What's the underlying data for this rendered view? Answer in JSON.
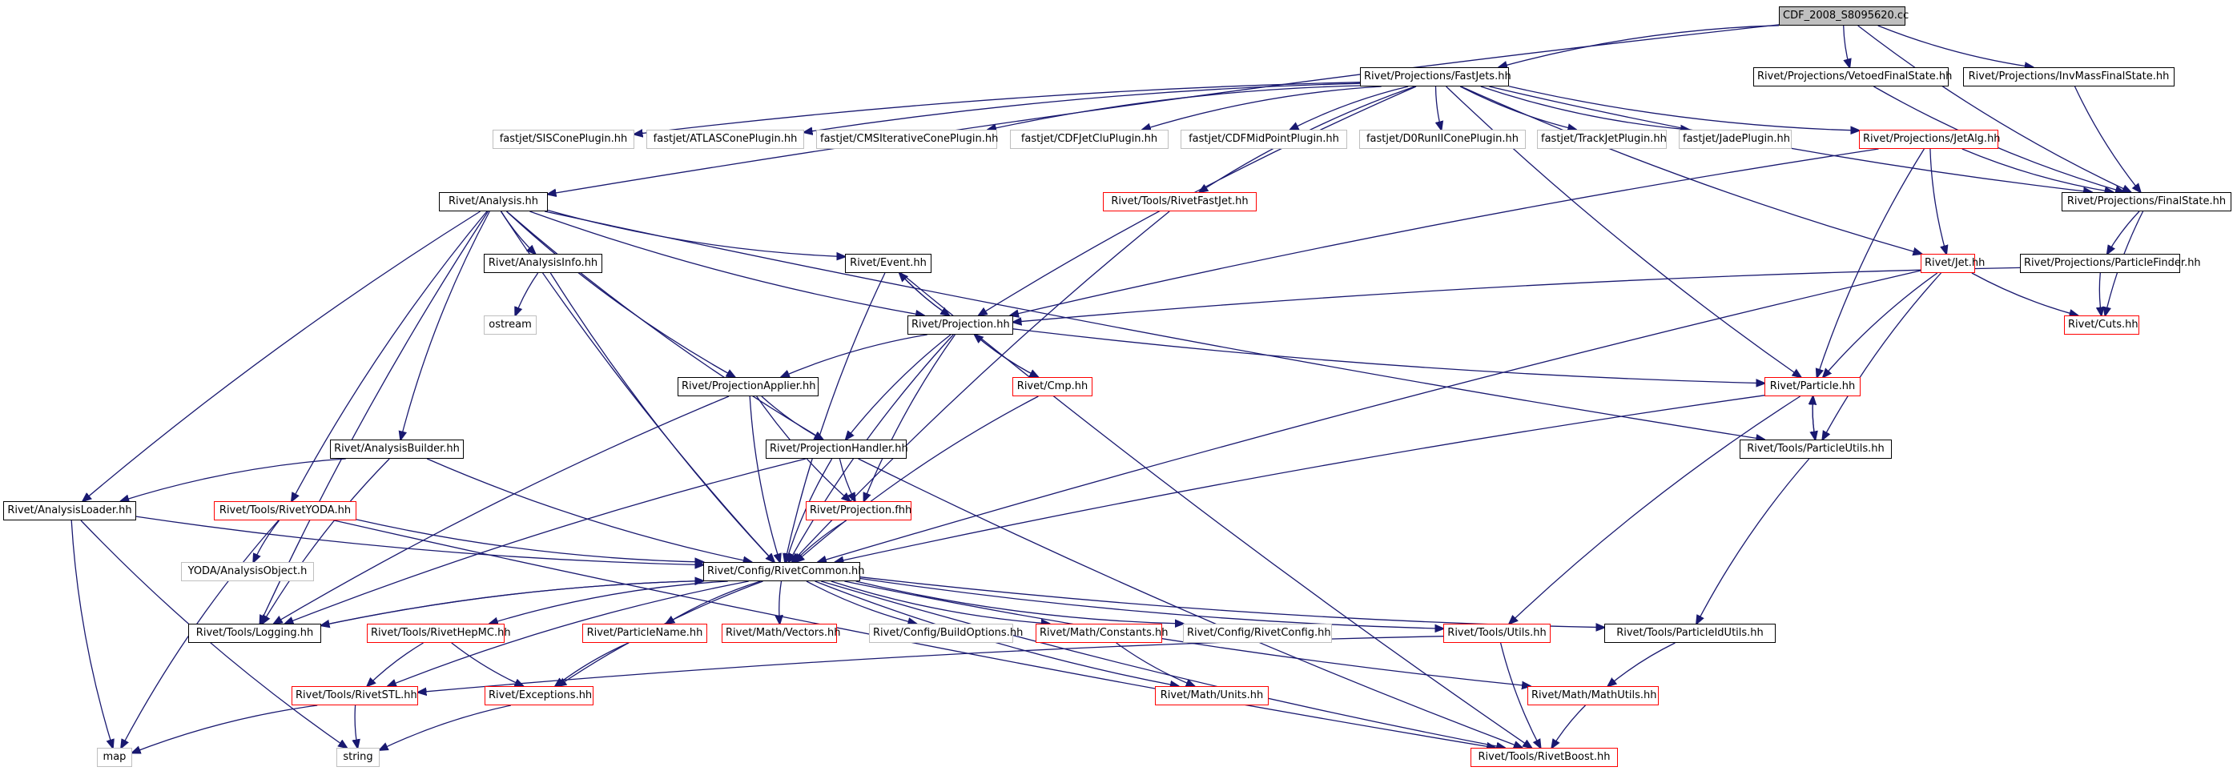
{
  "graph": {
    "colors": {
      "edge": "#191970",
      "node_border": "#000000",
      "red_border": "#ff0000",
      "gray_border": "#bfbfbf",
      "root_fill": "#bfbfbf"
    },
    "nodes": {
      "cdf": "CDF_2008_S8095620.cc",
      "fastjets": "Rivet/Projections/FastJets.hh",
      "vetoedfs": "Rivet/Projections/VetoedFinalState.hh",
      "invmassfs": "Rivet/Projections/InvMassFinalState.hh",
      "siscone": "fastjet/SISConePlugin.hh",
      "atlascone": "fastjet/ATLASConePlugin.hh",
      "cmscone": "fastjet/CMSIterativeConePlugin.hh",
      "cdfjetclu": "fastjet/CDFJetCluPlugin.hh",
      "cdfmidpoint": "fastjet/CDFMidPointPlugin.hh",
      "d0run": "fastjet/D0RunIIConePlugin.hh",
      "trackjet": "fastjet/TrackJetPlugin.hh",
      "jade": "fastjet/JadePlugin.hh",
      "jetalg": "Rivet/Projections/JetAlg.hh",
      "analysis": "Rivet/Analysis.hh",
      "rivetfastjet": "Rivet/Tools/RivetFastJet.hh",
      "finalstate": "Rivet/Projections/FinalState.hh",
      "analysisinfo": "Rivet/AnalysisInfo.hh",
      "event": "Rivet/Event.hh",
      "jet": "Rivet/Jet.hh",
      "particlefinder": "Rivet/Projections/ParticleFinder.hh",
      "ostream": "ostream",
      "projection": "Rivet/Projection.hh",
      "cuts": "Rivet/Cuts.hh",
      "projapplier": "Rivet/ProjectionApplier.hh",
      "cmp": "Rivet/Cmp.hh",
      "particle": "Rivet/Particle.hh",
      "analysisbuilder": "Rivet/AnalysisBuilder.hh",
      "projhandler": "Rivet/ProjectionHandler.hh",
      "particleutils": "Rivet/Tools/ParticleUtils.hh",
      "analysisloader": "Rivet/AnalysisLoader.hh",
      "rivetyoda": "Rivet/Tools/RivetYODA.hh",
      "projfhh": "Rivet/Projection.fhh",
      "rivetcommon": "Rivet/Config/RivetCommon.hh",
      "yodaobj": "YODA/AnalysisObject.h",
      "logging": "Rivet/Tools/Logging.hh",
      "rivethepmc": "Rivet/Tools/RivetHepMC.hh",
      "particlename": "Rivet/ParticleName.hh",
      "vectors": "Rivet/Math/Vectors.hh",
      "buildoptions": "Rivet/Config/BuildOptions.hh",
      "constants": "Rivet/Math/Constants.hh",
      "rivetconfig": "Rivet/Config/RivetConfig.hh",
      "utils": "Rivet/Tools/Utils.hh",
      "particleidutils": "Rivet/Tools/ParticleIdUtils.hh",
      "rivetstl": "Rivet/Tools/RivetSTL.hh",
      "exceptions": "Rivet/Exceptions.hh",
      "units": "Rivet/Math/Units.hh",
      "mathutils": "Rivet/Math/MathUtils.hh",
      "map": "map",
      "string": "string",
      "rivetboost": "Rivet/Tools/RivetBoost.hh"
    },
    "edges": [
      [
        "cdf",
        "fastjets"
      ],
      [
        "cdf",
        "vetoedfs"
      ],
      [
        "cdf",
        "invmassfs"
      ],
      [
        "cdf",
        "analysis"
      ],
      [
        "cdf",
        "finalstate"
      ],
      [
        "fastjets",
        "siscone"
      ],
      [
        "fastjets",
        "atlascone"
      ],
      [
        "fastjets",
        "cmscone"
      ],
      [
        "fastjets",
        "cdfjetclu"
      ],
      [
        "fastjets",
        "cdfmidpoint"
      ],
      [
        "fastjets",
        "d0run"
      ],
      [
        "fastjets",
        "trackjet"
      ],
      [
        "fastjets",
        "jade"
      ],
      [
        "fastjets",
        "jetalg"
      ],
      [
        "fastjets",
        "rivetfastjet"
      ],
      [
        "fastjets",
        "finalstate"
      ],
      [
        "fastjets",
        "jet"
      ],
      [
        "fastjets",
        "particle"
      ],
      [
        "fastjets",
        "projection"
      ],
      [
        "vetoedfs",
        "finalstate"
      ],
      [
        "invmassfs",
        "finalstate"
      ],
      [
        "jetalg",
        "finalstate"
      ],
      [
        "jetalg",
        "jet"
      ],
      [
        "jetalg",
        "particle"
      ],
      [
        "jetalg",
        "projection"
      ],
      [
        "finalstate",
        "particlefinder"
      ],
      [
        "finalstate",
        "cuts"
      ],
      [
        "particlefinder",
        "cuts"
      ],
      [
        "particlefinder",
        "projection"
      ],
      [
        "analysis",
        "analysisinfo"
      ],
      [
        "analysis",
        "event"
      ],
      [
        "analysis",
        "projection"
      ],
      [
        "analysis",
        "projapplier"
      ],
      [
        "analysis",
        "projhandler"
      ],
      [
        "analysis",
        "analysisbuilder"
      ],
      [
        "analysis",
        "analysisloader"
      ],
      [
        "analysis",
        "rivetyoda"
      ],
      [
        "analysis",
        "logging"
      ],
      [
        "analysis",
        "rivetcommon"
      ],
      [
        "analysis",
        "particleutils"
      ],
      [
        "analysisinfo",
        "ostream"
      ],
      [
        "analysisinfo",
        "rivetcommon"
      ],
      [
        "event",
        "projection"
      ],
      [
        "event",
        "rivetcommon"
      ],
      [
        "event",
        "rivetboost"
      ],
      [
        "projection",
        "event"
      ],
      [
        "projection",
        "projapplier"
      ],
      [
        "projection",
        "cmp"
      ],
      [
        "projection",
        "particle"
      ],
      [
        "projection",
        "projhandler"
      ],
      [
        "projection",
        "projfhh"
      ],
      [
        "projection",
        "rivetcommon"
      ],
      [
        "cmp",
        "projection"
      ],
      [
        "cmp",
        "rivetcommon"
      ],
      [
        "jet",
        "particle"
      ],
      [
        "jet",
        "cuts"
      ],
      [
        "jet",
        "particleutils"
      ],
      [
        "jet",
        "rivetcommon"
      ],
      [
        "particle",
        "particleutils"
      ],
      [
        "particle",
        "rivetcommon"
      ],
      [
        "particle",
        "utils"
      ],
      [
        "particleutils",
        "particle"
      ],
      [
        "particleutils",
        "particleidutils"
      ],
      [
        "projapplier",
        "projhandler"
      ],
      [
        "projapplier",
        "projfhh"
      ],
      [
        "projapplier",
        "rivetcommon"
      ],
      [
        "projapplier",
        "logging"
      ],
      [
        "projhandler",
        "projfhh"
      ],
      [
        "projhandler",
        "rivetcommon"
      ],
      [
        "projhandler",
        "logging"
      ],
      [
        "projhandler",
        "rivetboost"
      ],
      [
        "projfhh",
        "rivetcommon"
      ],
      [
        "analysisbuilder",
        "analysisloader"
      ],
      [
        "analysisbuilder",
        "logging"
      ],
      [
        "analysisbuilder",
        "rivetcommon"
      ],
      [
        "analysisloader",
        "rivetcommon"
      ],
      [
        "analysisloader",
        "map"
      ],
      [
        "analysisloader",
        "string"
      ],
      [
        "rivetyoda",
        "rivetcommon"
      ],
      [
        "rivetyoda",
        "yodaobj"
      ],
      [
        "rivetyoda",
        "map"
      ],
      [
        "rivetyoda",
        "rivetboost"
      ],
      [
        "rivetfastjet",
        "rivetcommon"
      ],
      [
        "rivetcommon",
        "logging"
      ],
      [
        "rivetcommon",
        "rivethepmc"
      ],
      [
        "rivetcommon",
        "particlename"
      ],
      [
        "rivetcommon",
        "vectors"
      ],
      [
        "rivetcommon",
        "buildoptions"
      ],
      [
        "rivetcommon",
        "constants"
      ],
      [
        "rivetcommon",
        "rivetconfig"
      ],
      [
        "rivetcommon",
        "utils"
      ],
      [
        "rivetcommon",
        "particleidutils"
      ],
      [
        "rivetcommon",
        "rivetstl"
      ],
      [
        "rivetcommon",
        "exceptions"
      ],
      [
        "rivetcommon",
        "units"
      ],
      [
        "rivetcommon",
        "mathutils"
      ],
      [
        "rivetcommon",
        "rivetboost"
      ],
      [
        "logging",
        "rivetcommon"
      ],
      [
        "rivethepmc",
        "rivetstl"
      ],
      [
        "rivethepmc",
        "exceptions"
      ],
      [
        "particlename",
        "exceptions"
      ],
      [
        "constants",
        "units"
      ],
      [
        "utils",
        "rivetstl"
      ],
      [
        "utils",
        "rivetboost"
      ],
      [
        "particleidutils",
        "mathutils"
      ],
      [
        "mathutils",
        "rivetboost"
      ],
      [
        "rivetstl",
        "map"
      ],
      [
        "rivetstl",
        "string"
      ],
      [
        "exceptions",
        "string"
      ]
    ]
  }
}
